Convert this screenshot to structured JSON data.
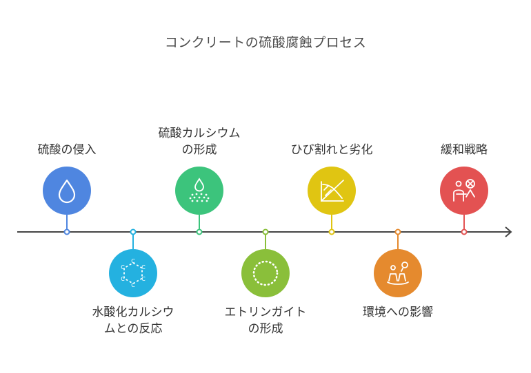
{
  "title": "コンクリートの硫酸腐蝕プロセス",
  "steps": [
    {
      "label_lines": [
        "硫酸の侵入"
      ],
      "color": "#4f86e0",
      "icon": "water-drop-icon"
    },
    {
      "label_lines": [
        "水酸化カルシウ",
        "ムとの反応"
      ],
      "color": "#24b1e0",
      "icon": "hexagon-molecule-icon"
    },
    {
      "label_lines": [
        "硫酸カルシウム",
        "の形成"
      ],
      "color": "#3cc47c",
      "icon": "drop-particles-icon"
    },
    {
      "label_lines": [
        "エトリンガイト",
        "の形成"
      ],
      "color": "#8abf3a",
      "icon": "dotted-circle-icon"
    },
    {
      "label_lines": [
        "ひび割れと劣化"
      ],
      "color": "#e0c512",
      "icon": "cracked-crossed-icon"
    },
    {
      "label_lines": [
        "環境への影響"
      ],
      "color": "#e58a2e",
      "icon": "impact-figures-icon"
    },
    {
      "label_lines": [
        "緩和戦略"
      ],
      "color": "#e35252",
      "icon": "strategy-person-icon"
    }
  ],
  "colors": {
    "axis": "#444444",
    "text": "#333333",
    "title": "#4a4a4a"
  }
}
